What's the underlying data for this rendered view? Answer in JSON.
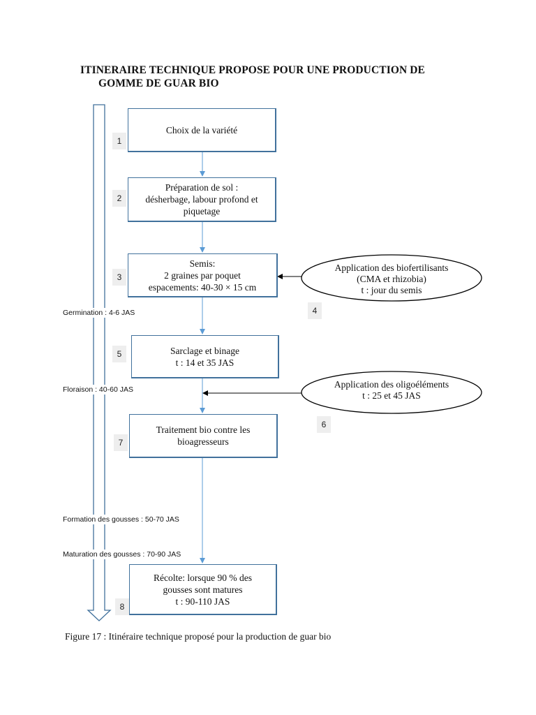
{
  "title": {
    "line1": "ITINERAIRE TECHNIQUE PROPOSE POUR UNE PRODUCTION DE",
    "line2": "GOMME DE GUAR BIO"
  },
  "steps": [
    {
      "number": "1",
      "text": "Choix de la variété"
    },
    {
      "number": "2",
      "text": "Préparation de sol :\ndésherbage, labour profond et\npiquetage"
    },
    {
      "number": "3",
      "text": "Semis:\n2 graines par poquet\nespacements: 40-30 × 15 cm"
    },
    {
      "number": "5",
      "text": "Sarclage et binage\nt : 14 et 35 JAS"
    },
    {
      "number": "7",
      "text": "Traitement bio contre les\nbioagresseurs"
    },
    {
      "number": "8",
      "text": "Récolte: lorsque 90 % des\ngousses sont matures\nt : 90-110 JAS"
    }
  ],
  "inputs": [
    {
      "number": "4",
      "text": "Application des biofertilisants\n(CMA et rhizobia)\nt : jour du semis"
    },
    {
      "number": "6",
      "text": "Application des oligoéléments\nt :  25 et 45 JAS"
    }
  ],
  "stages": [
    {
      "text": "Germination : 4-6 JAS"
    },
    {
      "text": "Floraison : 40-60 JAS"
    },
    {
      "text": "Formation des gousses : 50-70 JAS"
    },
    {
      "text": "Maturation des gousses : 70-90 JAS"
    }
  ],
  "caption": "Figure 17 :  Itinéraire technique proposé pour la production de guar bio",
  "colors": {
    "box_border": "#41719c",
    "connector": "#5b9bd5",
    "timeline_arrow": "#41719c",
    "number_bg": "#eeeeee"
  }
}
